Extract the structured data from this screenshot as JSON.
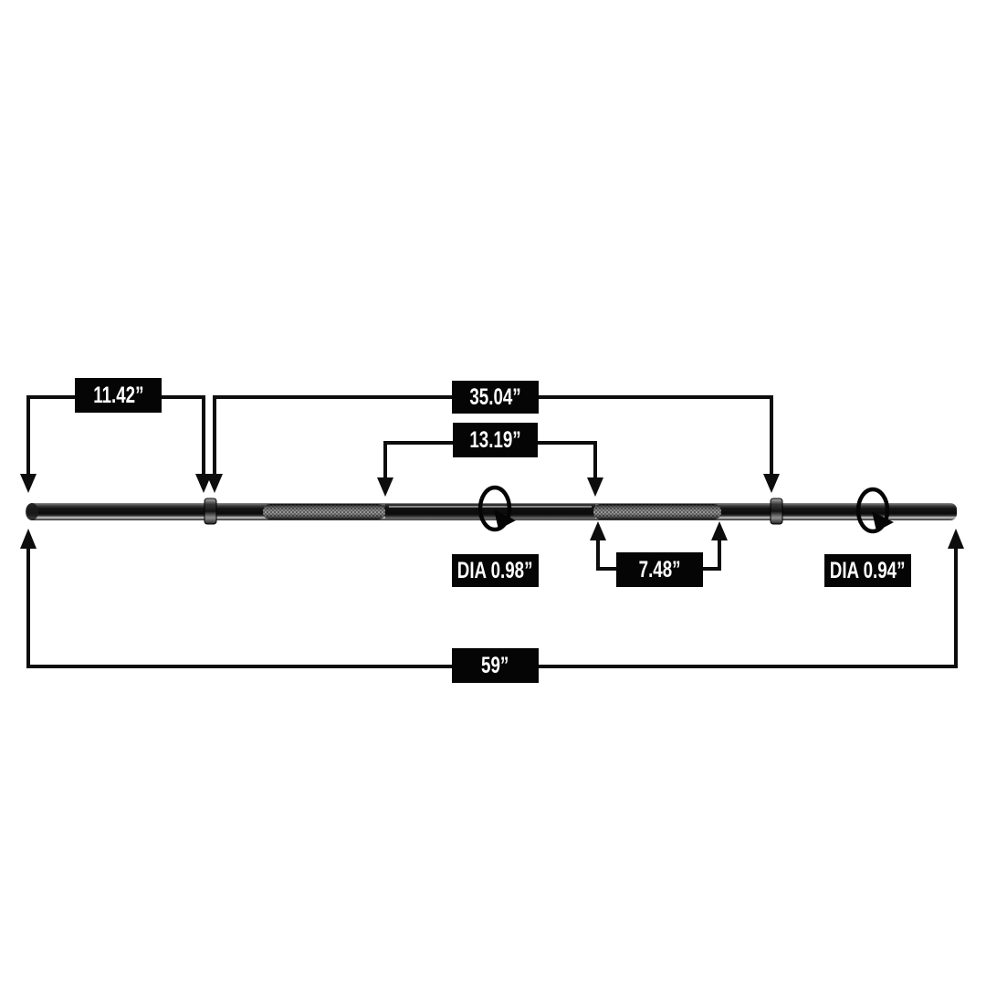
{
  "diagram": {
    "name": "barbell-dimension-diagram",
    "colors": {
      "background": "#ffffff",
      "label_bg": "#050505",
      "label_text": "#ffffff",
      "dimension_line": "#0d0d0d",
      "bar_dark": "#0b0b0b",
      "bar_highlight": "#c8c8c8",
      "knurl_gray": "#9a9a9a"
    },
    "labels": {
      "sleeve_length": "11.42”",
      "inner_length": "35.04”",
      "left_grip_length": "13.19”",
      "shaft_diameter": "DIA 0.98”",
      "center_knurl_length": "7.48”",
      "sleeve_diameter": "DIA 0.94”",
      "total_length": "59”"
    },
    "icons": {
      "rotation_left": "rotation-arrow-icon",
      "rotation_right": "rotation-arrow-icon"
    }
  }
}
